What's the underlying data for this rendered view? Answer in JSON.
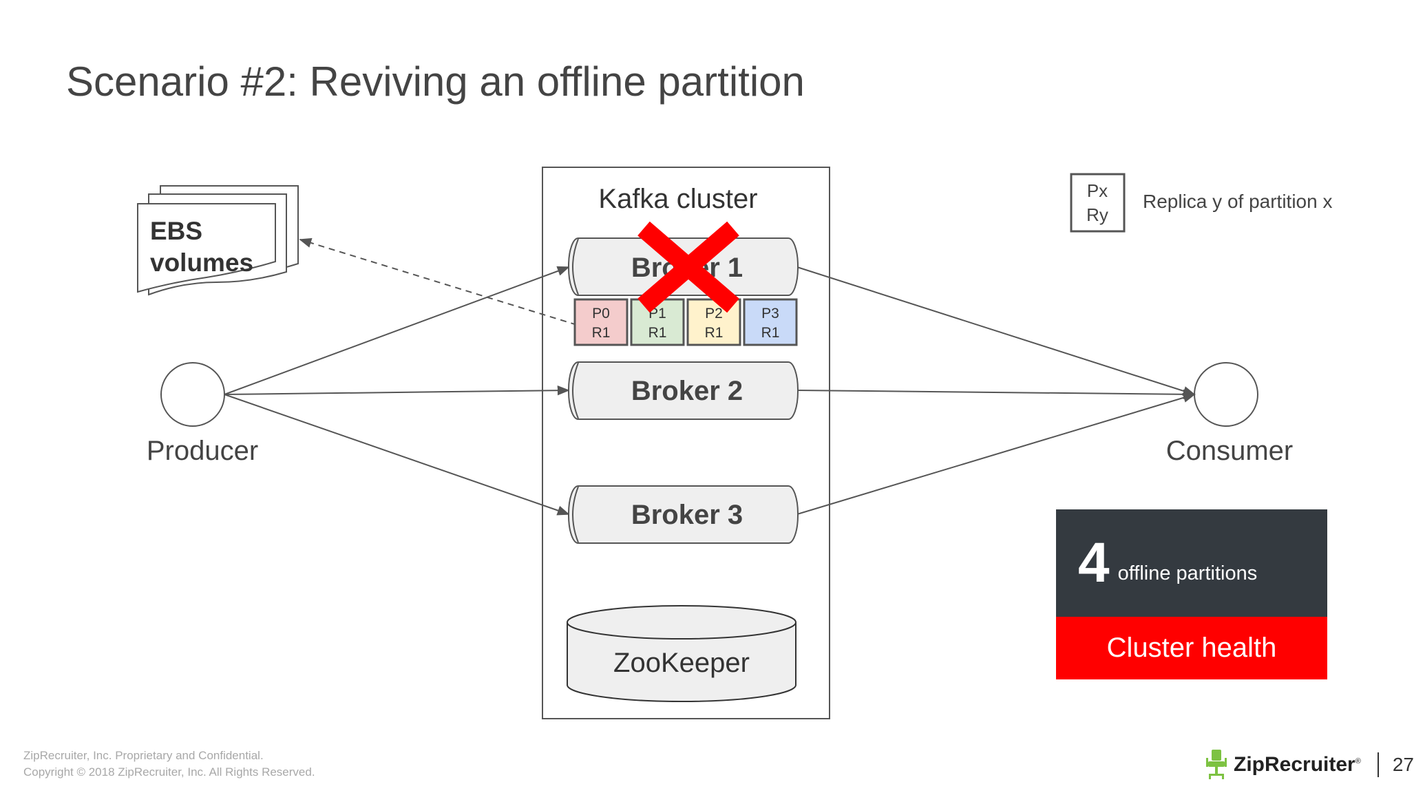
{
  "slide": {
    "title": "Scenario #2: Reviving an offline partition",
    "page_number": "27"
  },
  "diagram": {
    "cluster_label": "Kafka cluster",
    "ebs_label_line1": "EBS",
    "ebs_label_line2": "volumes",
    "producer_label": "Producer",
    "consumer_label": "Consumer",
    "brokers": [
      {
        "label": "Broker 1",
        "offline": true
      },
      {
        "label": "Broker 2",
        "offline": false
      },
      {
        "label": "Broker 3",
        "offline": false
      }
    ],
    "replicas": [
      {
        "partition": "P0",
        "replica": "R1",
        "color": "#f4cccc"
      },
      {
        "partition": "P1",
        "replica": "R1",
        "color": "#d9ead3"
      },
      {
        "partition": "P2",
        "replica": "R1",
        "color": "#fff2cc"
      },
      {
        "partition": "P3",
        "replica": "R1",
        "color": "#c9daf8"
      }
    ],
    "zookeeper_label": "ZooKeeper",
    "legend": {
      "box_line1": "Px",
      "box_line2": "Ry",
      "text": "Replica y of partition x"
    }
  },
  "health": {
    "count": "4",
    "label": "offline partitions",
    "title": "Cluster health"
  },
  "footer": {
    "line1": "ZipRecruiter, Inc. Proprietary and Confidential.",
    "line2": "Copyright © 2018 ZipRecruiter, Inc. All Rights Reserved."
  },
  "logo": {
    "text": "ZipRecruiter",
    "mark": "®"
  },
  "colors": {
    "x_mark": "#ff0000",
    "broker_fill": "#efefef",
    "health_dark": "#343a40",
    "health_red": "#ff0000",
    "logo_green": "#7dc242"
  }
}
